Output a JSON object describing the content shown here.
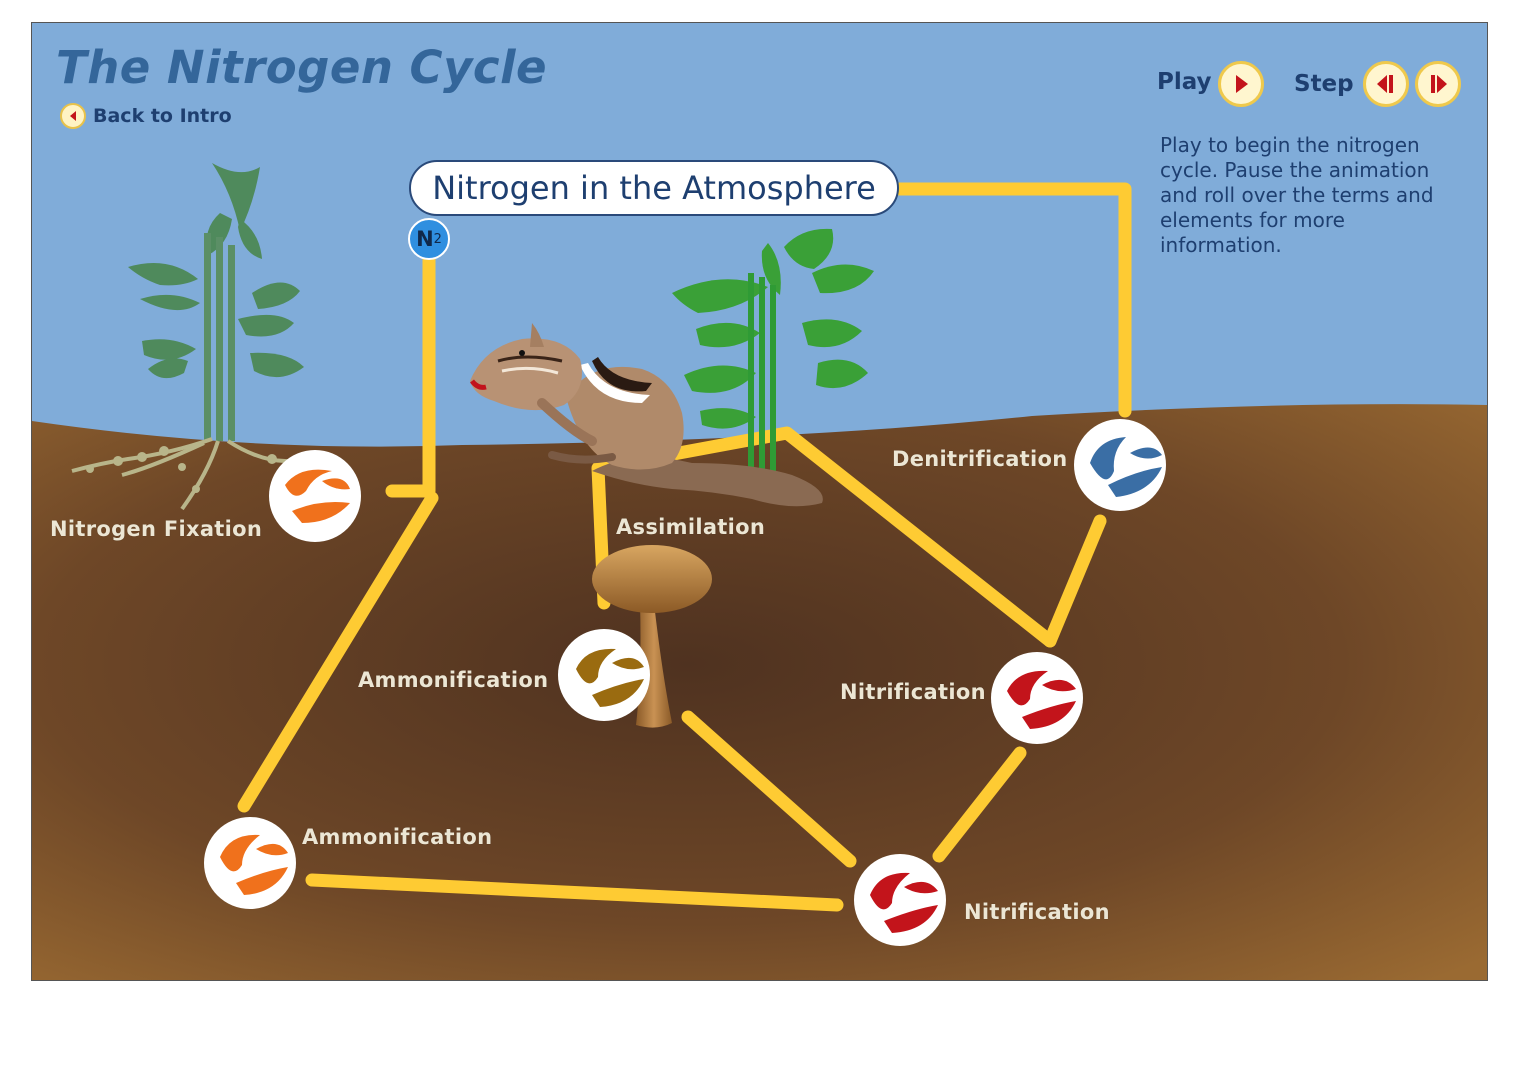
{
  "app": {
    "title": "The Nitrogen Cycle",
    "back_label": "Back to Intro"
  },
  "controls": {
    "play_label": "Play",
    "step_label": "Step"
  },
  "info_text": "Play to begin the nitrogen cycle. Pause the animation and roll over the terms and elements for more information.",
  "atmosphere": {
    "label": "Nitrogen in the Atmosphere",
    "molecule": "N",
    "molecule_sub": "2"
  },
  "stages": {
    "fixation": "Nitrogen Fixation",
    "assimilation": "Assimilation",
    "denitrification": "Denitrification",
    "ammonification_upper": "Ammonification",
    "nitrification_upper": "Nitrification",
    "ammonification_lower": "Ammonification",
    "nitrification_lower": "Nitrification"
  },
  "colors": {
    "sky": "#80acd9",
    "soil": "#6b4326",
    "path": "#fecb33",
    "title": "#34669a",
    "bacteria_orange": "#f0711c",
    "bacteria_red": "#c3141b",
    "bacteria_blue": "#3a6ea5",
    "bacteria_brown": "#9a6b10"
  }
}
